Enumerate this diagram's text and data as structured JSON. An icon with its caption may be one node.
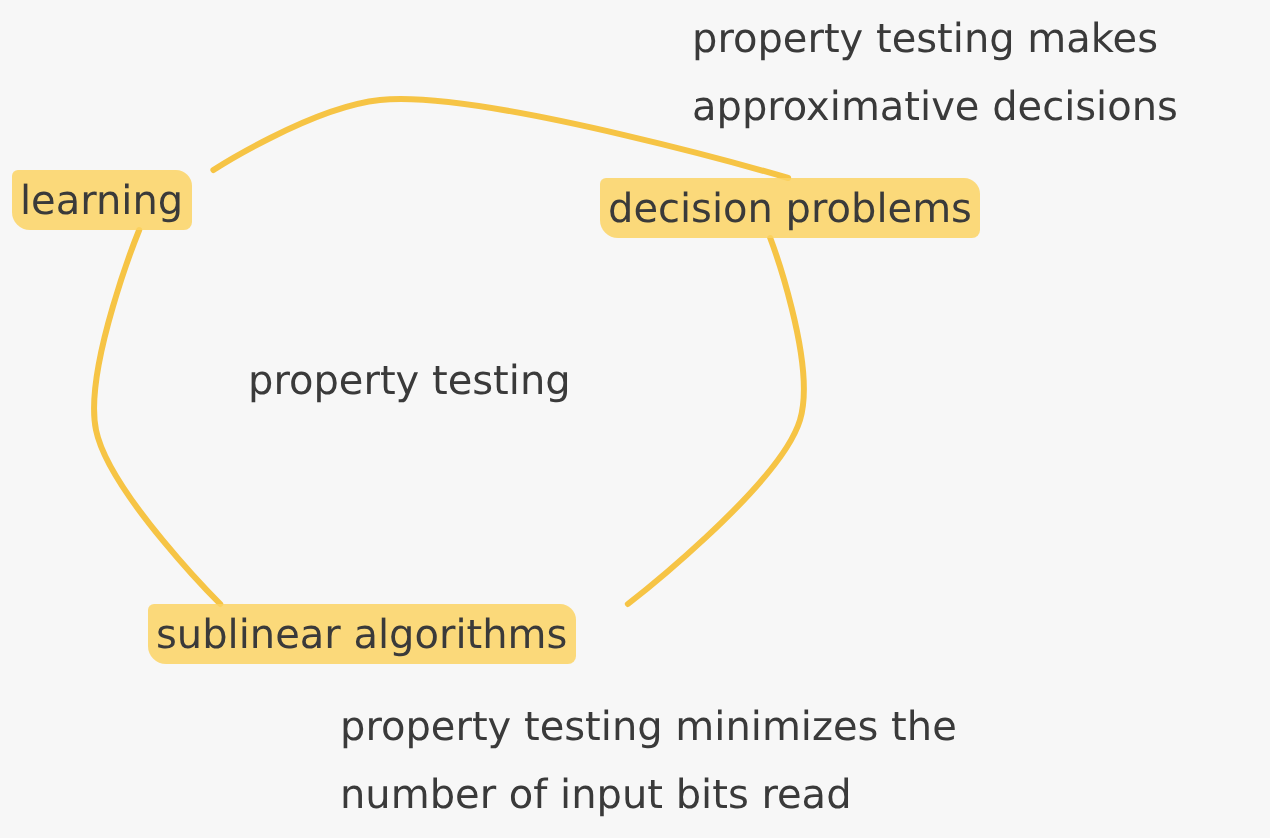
{
  "diagram": {
    "nodes": [
      {
        "text": [
          "learning"
        ]
      },
      {
        "text": [
          "decision problems"
        ],
        "beside": [
          "property testing makes approximative decisions"
        ]
      },
      {
        "text": [
          "sublinear algorithms"
        ],
        "beside": [
          "property testing minimizes the number of input bits read"
        ]
      }
    ],
    "edges": [
      {
        "from": 0,
        "to": 1,
        "arrow": "none"
      },
      {
        "from": 1,
        "to": 2,
        "arrow": "none"
      },
      {
        "from": 2,
        "to": 0,
        "arrow": "none"
      }
    ],
    "labels": [
      "property testing"
    ]
  }
}
